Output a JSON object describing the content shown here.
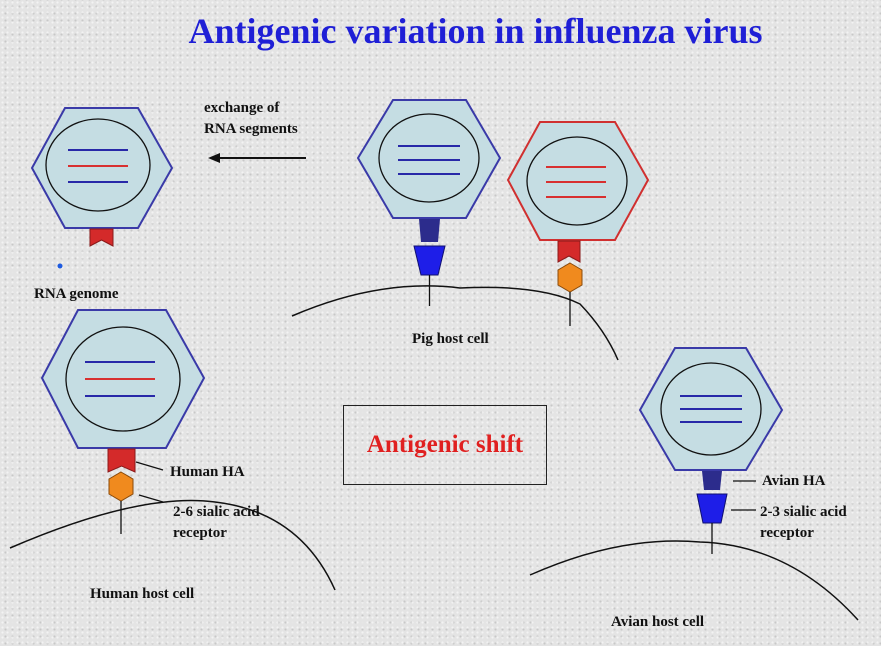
{
  "title": "Antigenic variation in influenza virus",
  "labels": {
    "exchange": "exchange of RNA segments",
    "exchange_line1": "exchange of",
    "exchange_line2": "RNA segments",
    "rna_genome": "RNA genome",
    "pig_host_cell": "Pig host cell",
    "human_ha": "Human HA",
    "human_receptor_line1": "2-6 sialic acid",
    "human_receptor_line2": "receptor",
    "human_host_cell": "Human host cell",
    "antigenic_shift": "Antigenic shift",
    "avian_ha": "Avian HA",
    "avian_receptor_line1": "2-3 sialic acid",
    "avian_receptor_line2": "receptor",
    "avian_host_cell": "Avian host cell"
  },
  "colors": {
    "title": "#1f1fd6",
    "virus_fill": "#c5dde3",
    "virus_stroke_blue": "#3a3aa8",
    "virus_stroke_red": "#d03030",
    "rna_blue": "#2828a8",
    "rna_red": "#d83030",
    "human_ha": "#d42a2a",
    "avian_ha": "#2c2c8c",
    "avian_receptor": "#1e1ee8",
    "human_receptor": "#f08a1e",
    "shift_text": "#e02020"
  }
}
